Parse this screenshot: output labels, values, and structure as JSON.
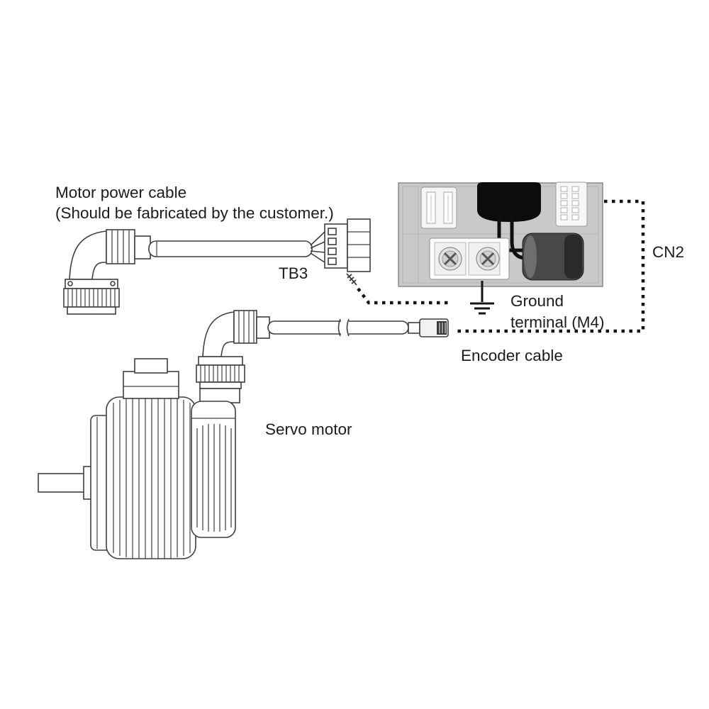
{
  "diagram": {
    "labels": {
      "motor_power_cable_title": "Motor power cable",
      "motor_power_cable_note": "(Should be fabricated by the customer.)",
      "tb3": "TB3",
      "cn2": "CN2",
      "ground_line1": "Ground",
      "ground_line2": "terminal (M4)",
      "encoder_cable": "Encoder cable",
      "servo_motor": "Servo motor"
    },
    "colors": {
      "background": "#ffffff",
      "line_art": "#3f3f3f",
      "wire_black": "#101010",
      "dotted_path": "#141414",
      "drive_body": "#c9c9c9",
      "drive_component_dark": "#0c0c0c",
      "capacitor_dark": "#484848",
      "text": "#1c1c1c"
    }
  }
}
